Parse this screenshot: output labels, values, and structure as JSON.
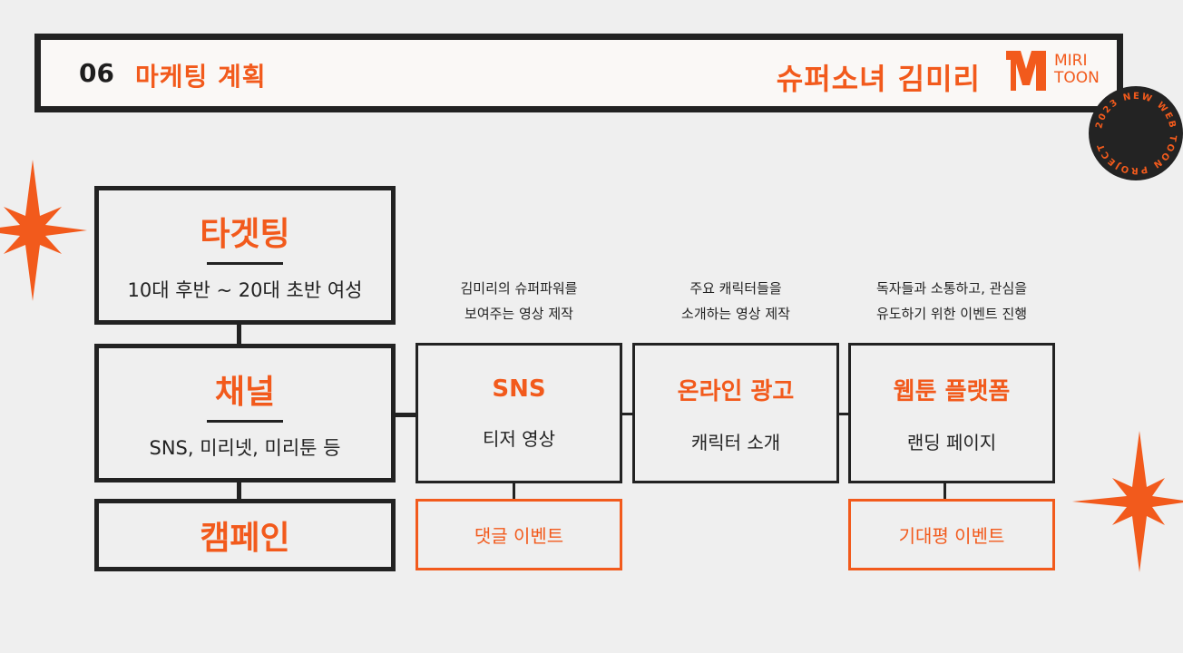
{
  "header": {
    "number": "06",
    "title": "마케팅 계획",
    "brand_title": "슈퍼소녀 김미리",
    "logo": {
      "mark": "M",
      "line1": "MIRI",
      "line2": "TOON"
    }
  },
  "badge": {
    "text": "2023 NEW WEB TOON PROJECT"
  },
  "colors": {
    "accent": "#f25a1c",
    "dark": "#222222",
    "background": "#efefef"
  },
  "left_column": [
    {
      "title": "타겟팅",
      "subtitle": "10대 후반 ~ 20대 초반 여성"
    },
    {
      "title": "채널",
      "subtitle": "SNS, 미리넷, 미리툰 등"
    },
    {
      "title": "캠페인"
    }
  ],
  "channels": [
    {
      "description_line1": "김미리의 슈퍼파워를",
      "description_line2": "보여주는 영상 제작",
      "title": "SNS",
      "subtitle": "티저 영상",
      "event": "댓글 이벤트"
    },
    {
      "description_line1": "주요 캐릭터들을",
      "description_line2": "소개하는 영상 제작",
      "title": "온라인 광고",
      "subtitle": "캐릭터 소개"
    },
    {
      "description_line1": "독자들과 소통하고, 관심을",
      "description_line2": "유도하기 위한 이벤트 진행",
      "title": "웹툰 플랫폼",
      "subtitle": "랜딩 페이지",
      "event": "기대평 이벤트"
    }
  ]
}
